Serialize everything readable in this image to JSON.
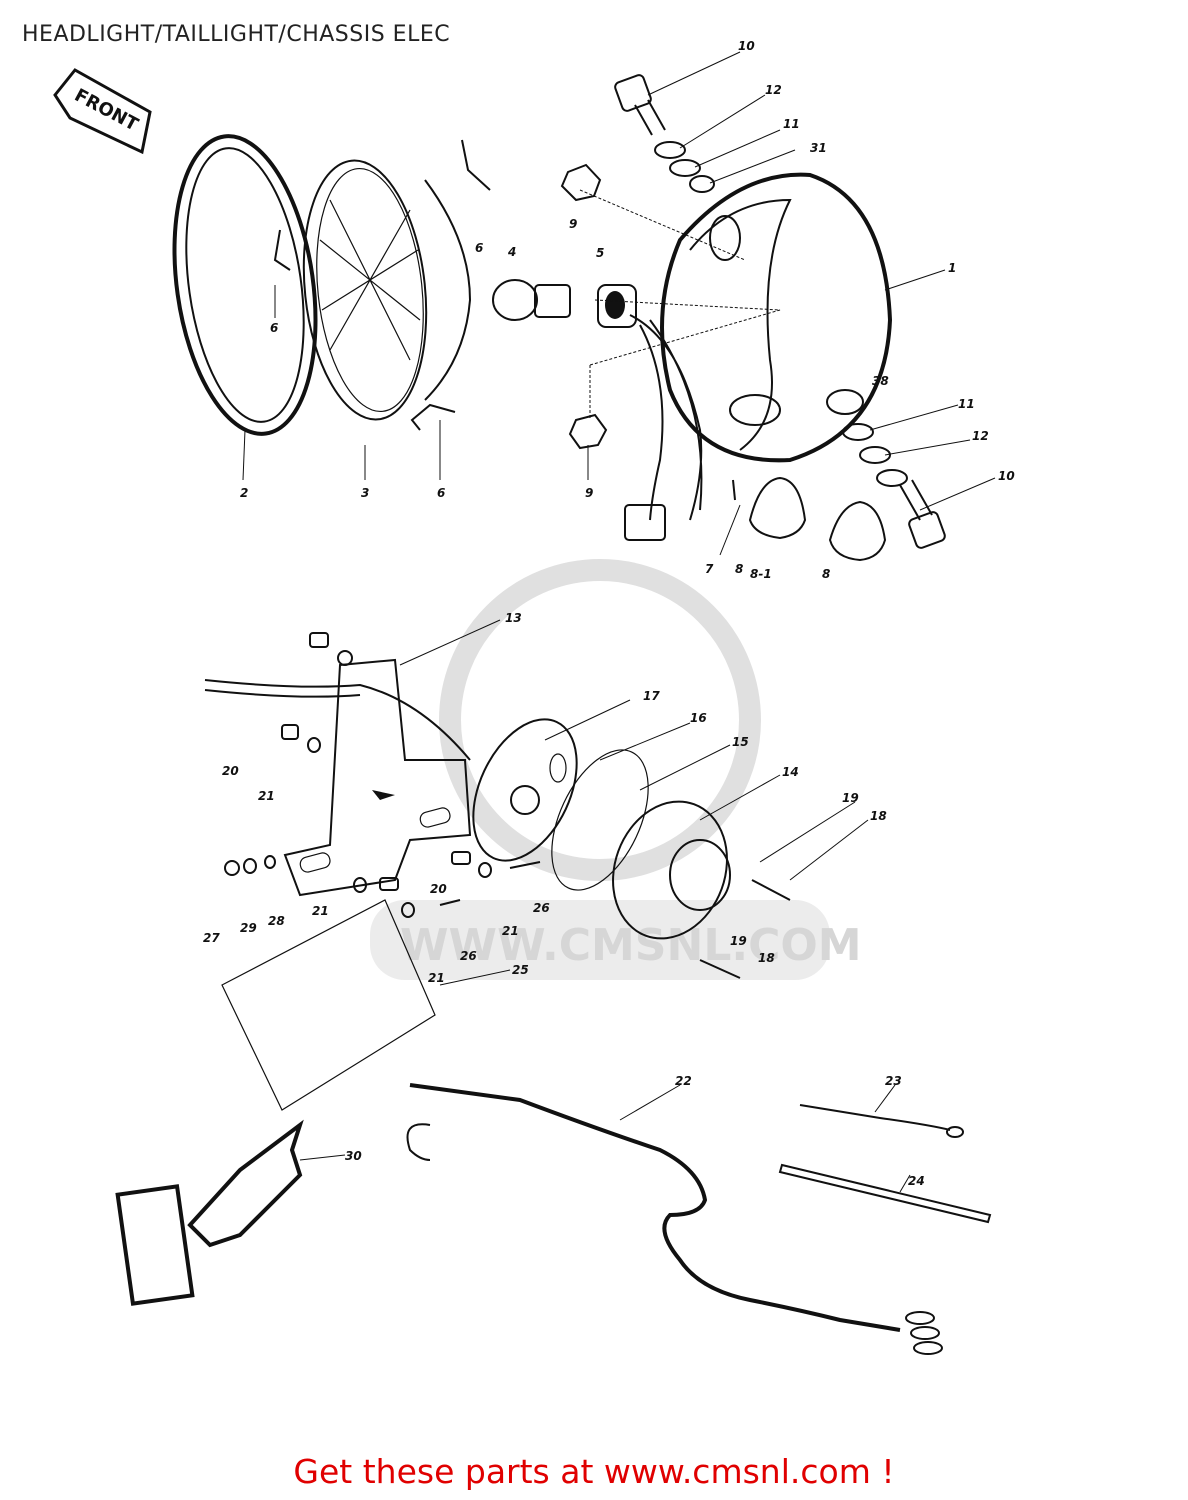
{
  "title": "HEADLIGHT/TAILLIGHT/CHASSIS ELEC",
  "front_arrow_label": "FRONT",
  "watermark": "WWW.CMSNL.COM",
  "footer": "Get these parts at www.cmsnl.com !",
  "callouts": {
    "c1": "1",
    "c2": "2",
    "c3": "3",
    "c4": "4",
    "c5": "5",
    "c6a": "6",
    "c6b": "6",
    "c6c": "6",
    "c7": "7",
    "c8a": "8",
    "c8b": "8-1",
    "c8c": "8",
    "c9a": "9",
    "c9b": "9",
    "c10a": "10",
    "c10b": "10",
    "c11a": "11",
    "c11b": "11",
    "c12a": "12",
    "c12b": "12",
    "c13": "13",
    "c14": "14",
    "c15": "15",
    "c16": "16",
    "c17": "17",
    "c18a": "18",
    "c18b": "18",
    "c19a": "19",
    "c19b": "19",
    "c20a": "20",
    "c20b": "20",
    "c21a": "21",
    "c21b": "21",
    "c21c": "21",
    "c21d": "21",
    "c22": "22",
    "c23": "23",
    "c24": "24",
    "c25": "25",
    "c26a": "26",
    "c26b": "26",
    "c27": "27",
    "c28": "28",
    "c29": "29",
    "c30": "30",
    "c31": "31",
    "c38": "38"
  }
}
